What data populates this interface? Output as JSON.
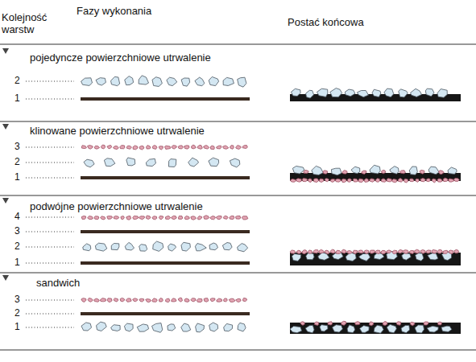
{
  "diagram": {
    "labels": [
      "Kolejność warstw",
      "Fazy wykonania",
      "Postać końcowa",
      "pojedyncze powierzchniowe utrwalenie",
      "2",
      "1",
      "klinowane powierzchniowe utrwalenie",
      "3",
      "2",
      "1",
      "podwójne powierzchniowe utrwalenie",
      "4",
      "3",
      "2",
      "1",
      "sandwich",
      "3",
      "2",
      "1"
    ]
  }
}
